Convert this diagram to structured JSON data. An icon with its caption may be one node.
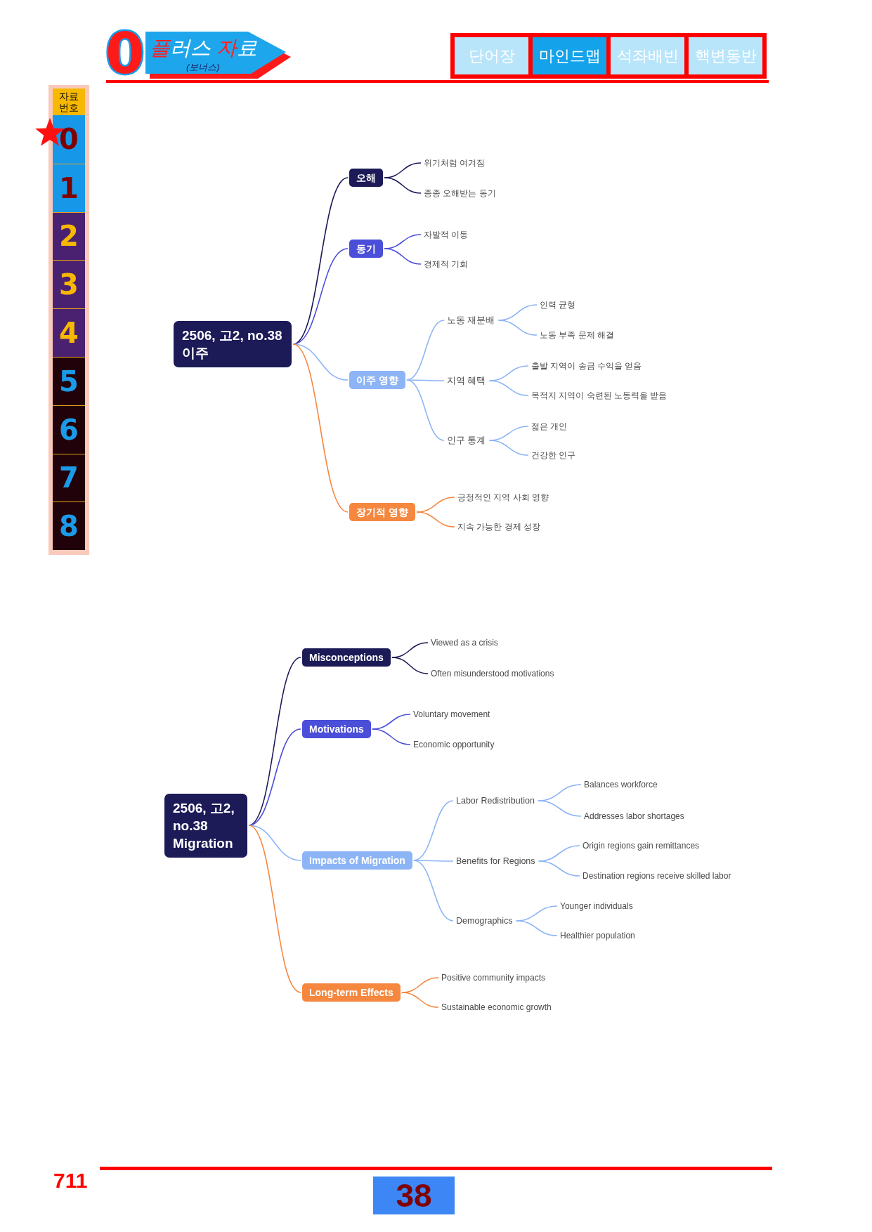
{
  "diagram": {
    "nodes": [
      {
        "text": [
          "플러스 자료",
          "(보너스)"
        ]
      },
      {
        "text": [
          "단어장"
        ]
      },
      {
        "text": [
          "마인드맵"
        ]
      },
      {
        "text": [
          "석좌배빈"
        ]
      },
      {
        "text": [
          "핵변동반"
        ]
      },
      {
        "text": [
          "자료 번호"
        ]
      },
      {
        "text": [
          "0"
        ]
      },
      {
        "text": [
          "1"
        ]
      },
      {
        "text": [
          "2"
        ]
      },
      {
        "text": [
          "3"
        ]
      },
      {
        "text": [
          "4"
        ]
      },
      {
        "text": [
          "5"
        ]
      },
      {
        "text": [
          "6"
        ]
      },
      {
        "text": [
          "7"
        ]
      },
      {
        "text": [
          "8"
        ]
      },
      {
        "text": [
          "2506, 고2, no.38 이주"
        ]
      },
      {
        "text": [
          "오해"
        ]
      },
      {
        "text": [
          "위기처럼 여겨짐"
        ]
      },
      {
        "text": [
          "종종 오해받는 동기"
        ]
      },
      {
        "text": [
          "동기"
        ]
      },
      {
        "text": [
          "자발적 이동"
        ]
      },
      {
        "text": [
          "경제적 기회"
        ]
      },
      {
        "text": [
          "이주 영향"
        ]
      },
      {
        "text": [
          "노동 재분배"
        ]
      },
      {
        "text": [
          "인력 균형"
        ]
      },
      {
        "text": [
          "노동 부족 문제 해결"
        ]
      },
      {
        "text": [
          "지역 혜택"
        ]
      },
      {
        "text": [
          "출발 지역이 송금 수익을 얻음"
        ]
      },
      {
        "text": [
          "목적지 지역이 숙련된 노동력을 받음"
        ]
      },
      {
        "text": [
          "인구 통계"
        ]
      },
      {
        "text": [
          "젊은 개인"
        ]
      },
      {
        "text": [
          "건강한 인구"
        ]
      },
      {
        "text": [
          "장기적 영향"
        ]
      },
      {
        "text": [
          "긍정적인 지역 사회 영향"
        ]
      },
      {
        "text": [
          "지속 가능한 경제 성장"
        ]
      },
      {
        "text": [
          "2506, 고2, no.38 Migration"
        ]
      },
      {
        "text": [
          "Misconceptions"
        ]
      },
      {
        "text": [
          "Viewed as a crisis"
        ]
      },
      {
        "text": [
          "Often misunderstood motivations"
        ]
      },
      {
        "text": [
          "Motivations"
        ]
      },
      {
        "text": [
          "Voluntary movement"
        ]
      },
      {
        "text": [
          "Economic opportunity"
        ]
      },
      {
        "text": [
          "Impacts of Migration"
        ]
      },
      {
        "text": [
          "Labor Redistribution"
        ]
      },
      {
        "text": [
          "Balances workforce"
        ]
      },
      {
        "text": [
          "Addresses labor shortages"
        ]
      },
      {
        "text": [
          "Benefits for Regions"
        ]
      },
      {
        "text": [
          "Origin regions gain remittances"
        ]
      },
      {
        "text": [
          "Destination regions receive skilled labor"
        ]
      },
      {
        "text": [
          "Demographics"
        ]
      },
      {
        "text": [
          "Younger individuals"
        ]
      },
      {
        "text": [
          "Healthier population"
        ]
      },
      {
        "text": [
          "Long-term Effects"
        ]
      },
      {
        "text": [
          "Positive community impacts"
        ]
      },
      {
        "text": [
          "Sustainable economic growth"
        ]
      },
      {
        "text": [
          "38"
        ]
      }
    ],
    "edges": [
      {
        "from": 15,
        "to": 16,
        "arrow": "none",
        "color": "#1c1a57"
      },
      {
        "from": 16,
        "to": 17,
        "arrow": "none",
        "color": "#1c1a57"
      },
      {
        "from": 16,
        "to": 18,
        "arrow": "none",
        "color": "#1c1a57"
      },
      {
        "from": 15,
        "to": 19,
        "arrow": "none",
        "color": "#4a4ed8"
      },
      {
        "from": 19,
        "to": 20,
        "arrow": "none",
        "color": "#4a4ed8"
      },
      {
        "from": 19,
        "to": 21,
        "arrow": "none",
        "color": "#4a4ed8"
      },
      {
        "from": 15,
        "to": 22,
        "arrow": "none"
      },
      {
        "from": 22,
        "to": 23,
        "arrow": "none"
      },
      {
        "from": 23,
        "to": 24,
        "arrow": "none"
      },
      {
        "from": 23,
        "to": 25,
        "arrow": "none"
      },
      {
        "from": 22,
        "to": 26,
        "arrow": "none"
      },
      {
        "from": 26,
        "to": 27,
        "arrow": "none"
      },
      {
        "from": 26,
        "to": 28,
        "arrow": "none"
      },
      {
        "from": 22,
        "to": 29,
        "arrow": "none"
      },
      {
        "from": 29,
        "to": 30,
        "arrow": "none"
      },
      {
        "from": 29,
        "to": 31,
        "arrow": "none"
      },
      {
        "from": 15,
        "to": 32,
        "arrow": "none",
        "color": "#f5873f"
      },
      {
        "from": 32,
        "to": 33,
        "arrow": "none",
        "color": "#f5873f"
      },
      {
        "from": 32,
        "to": 34,
        "arrow": "none",
        "color": "#f5873f"
      },
      {
        "from": 35,
        "to": 36,
        "arrow": "none",
        "color": "#1c1a57"
      },
      {
        "from": 36,
        "to": 37,
        "arrow": "none",
        "color": "#1c1a57"
      },
      {
        "from": 36,
        "to": 38,
        "arrow": "none",
        "color": "#1c1a57"
      },
      {
        "from": 35,
        "to": 39,
        "arrow": "none",
        "color": "#4a4ed8"
      },
      {
        "from": 39,
        "to": 40,
        "arrow": "none",
        "color": "#4a4ed8"
      },
      {
        "from": 39,
        "to": 41,
        "arrow": "none",
        "color": "#4a4ed8"
      },
      {
        "from": 35,
        "to": 42,
        "arrow": "none"
      },
      {
        "from": 42,
        "to": 43,
        "arrow": "none"
      },
      {
        "from": 43,
        "to": 44,
        "arrow": "none"
      },
      {
        "from": 43,
        "to": 45,
        "arrow": "none"
      },
      {
        "from": 42,
        "to": 46,
        "arrow": "none"
      },
      {
        "from": 46,
        "to": 47,
        "arrow": "none"
      },
      {
        "from": 46,
        "to": 48,
        "arrow": "none"
      },
      {
        "from": 42,
        "to": 49,
        "arrow": "none"
      },
      {
        "from": 49,
        "to": 50,
        "arrow": "none"
      },
      {
        "from": 49,
        "to": 51,
        "arrow": "none"
      },
      {
        "from": 35,
        "to": 52,
        "arrow": "none",
        "color": "#f5873f"
      },
      {
        "from": 52,
        "to": 53,
        "arrow": "none",
        "color": "#f5873f"
      },
      {
        "from": 52,
        "to": 54,
        "arrow": "none",
        "color": "#f5873f"
      }
    ],
    "labels": [
      "0",
      "711"
    ]
  }
}
